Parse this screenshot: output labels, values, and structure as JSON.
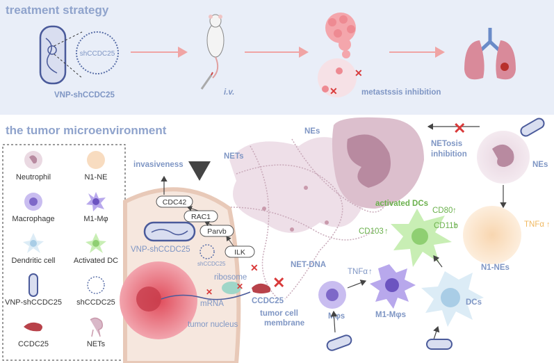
{
  "sections": {
    "top_title": "treatment strategy",
    "bottom_title": "the tumor microenvironment"
  },
  "strategy": {
    "vnp_label": "VNP-shCCDC25",
    "plasmid_label": "shCCDC25",
    "route_label": "i.v.",
    "outcome_label": "metastssis inhibition"
  },
  "legend": {
    "items": [
      {
        "label": "Neutrophil",
        "icon": "neutrophil-icon"
      },
      {
        "label": "N1-NE",
        "icon": "n1-ne-icon"
      },
      {
        "label": "Macrophage",
        "icon": "macrophage-icon"
      },
      {
        "label": "M1-Mφ",
        "icon": "m1-macrophage-icon"
      },
      {
        "label": "Dendritic cell",
        "icon": "dendritic-cell-icon"
      },
      {
        "label": "Activated DC",
        "icon": "activated-dc-icon"
      },
      {
        "label": "VNP-shCCDC25",
        "icon": "bacterium-icon"
      },
      {
        "label": "shCCDC25",
        "icon": "plasmid-icon"
      },
      {
        "label": "CCDC25",
        "icon": "ccdc25-icon"
      },
      {
        "label": "NETs",
        "icon": "nets-icon"
      }
    ]
  },
  "tme": {
    "invasiveness": "invasiveness",
    "pathway": [
      "CDC42",
      "RAC1",
      "Parvb",
      "ILK"
    ],
    "vnp_label": "VNP-shCCDC25",
    "sh_small": "shCCDC25",
    "ribosome": "ribosome",
    "mrna": "mRNA",
    "nucleus": "tumor nucleus",
    "ccdc25": "CCDC25",
    "membrane_line1": "tumor cell",
    "membrane_line2": "membrane",
    "nes": "NEs",
    "nets": "NETs",
    "net_dna": "NET-DNA",
    "netosis_line1": "NETosis",
    "netosis_line2": "inhibition",
    "nes_right": "NEs",
    "activated_dcs": "activated DCs",
    "cd80": "CD80",
    "cd103": "CD103",
    "cd11b": "CD11b",
    "tnfa_right": "TNFα",
    "n1_nes": "N1-NEs",
    "tnfa_mid": "TNFα",
    "mphi": "Mφs",
    "m1_mphi": "M1-Mφs",
    "dcs": "DCs"
  },
  "colors": {
    "top_panel": "#e9eef8",
    "title_blue": "#8fa3cc",
    "label_blue": "#7f96c4",
    "green": "#6ab04c",
    "red_x": "#d93a3a",
    "ccdc25": "#b8424a",
    "net": "#d9b8c8"
  }
}
